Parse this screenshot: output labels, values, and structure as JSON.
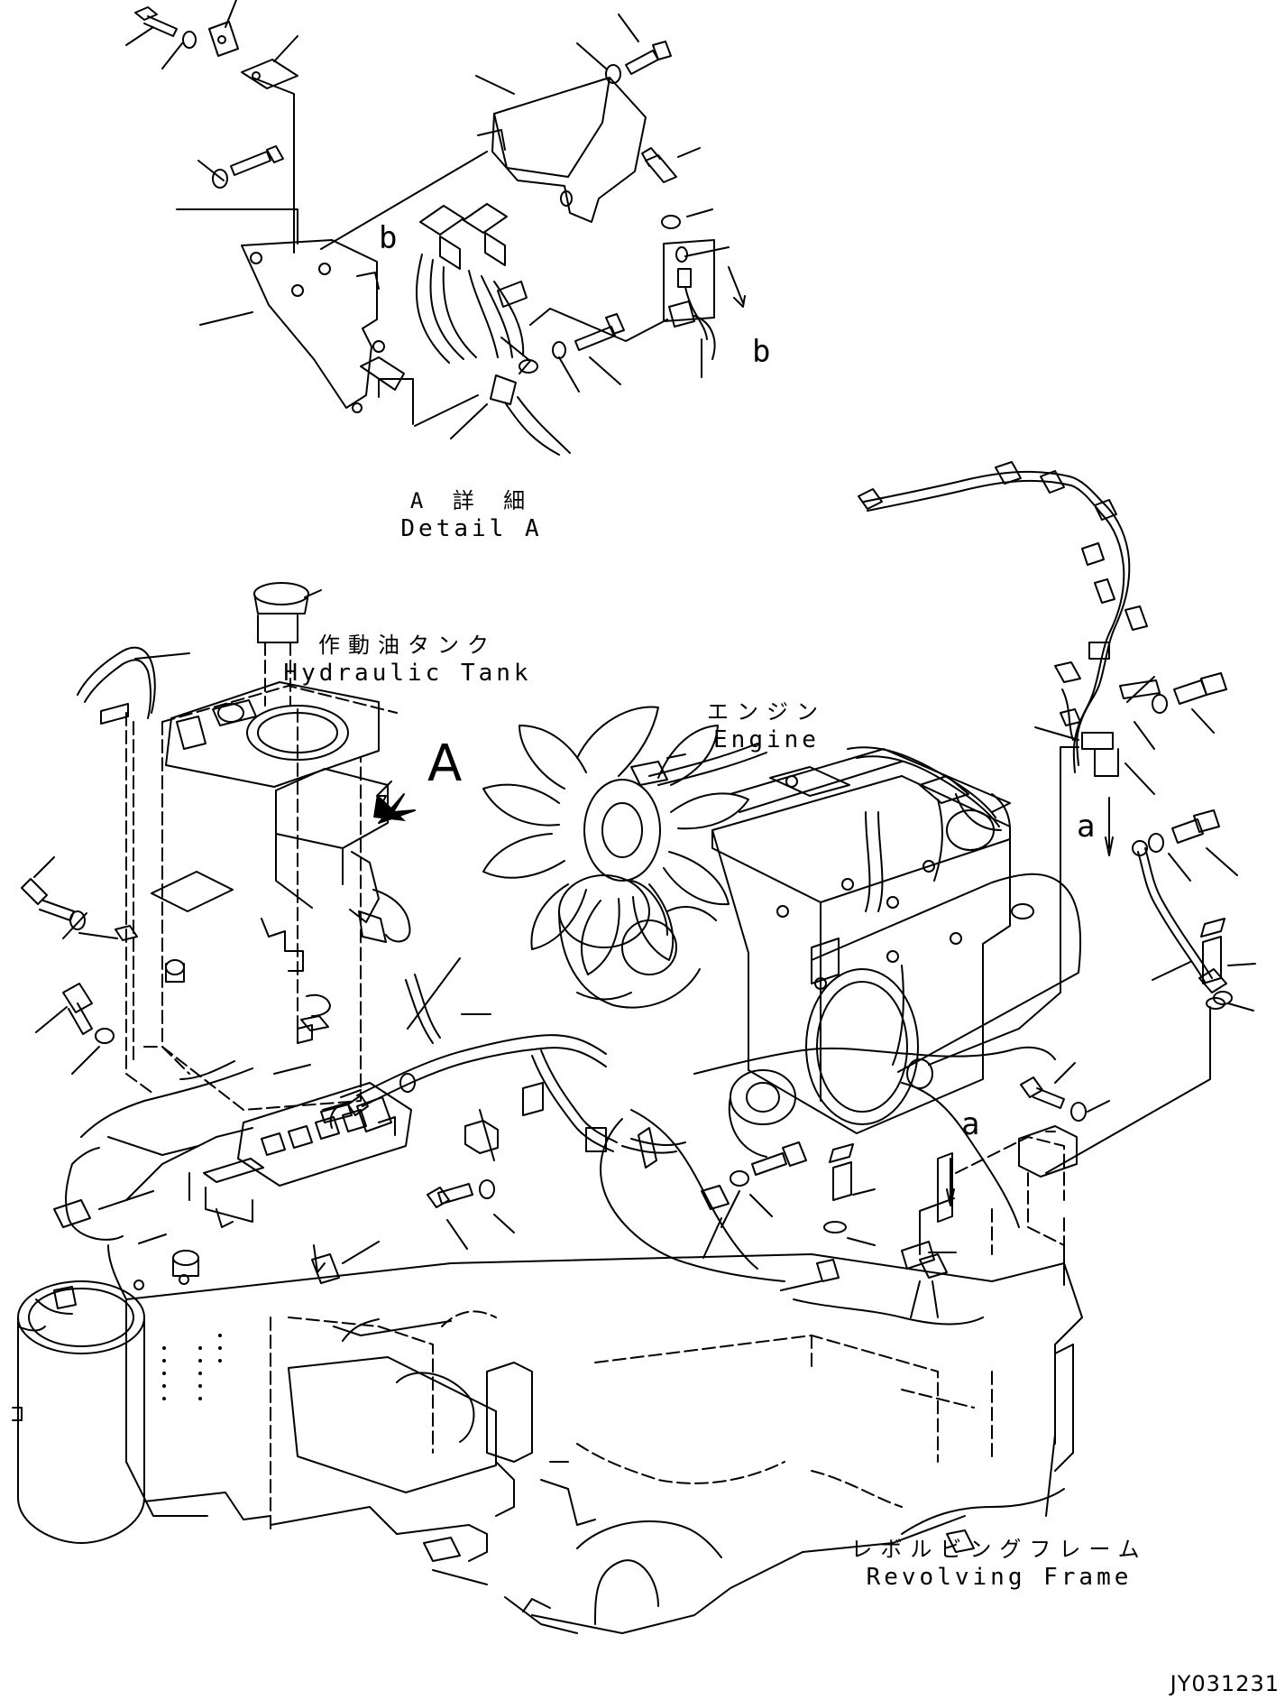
{
  "diagram": {
    "detail_label": {
      "jp": "A 詳 細",
      "en": "Detail A"
    },
    "parts": [
      {
        "id": "hydraulic-tank",
        "jp": "作動油タンク",
        "en": "Hydraulic Tank"
      },
      {
        "id": "engine",
        "jp": "エンジン",
        "en": "Engine"
      },
      {
        "id": "revolving-frame",
        "jp": "レボルビングフレーム",
        "en": "Revolving Frame"
      }
    ],
    "view_marker": "A",
    "refs": [
      "a",
      "a",
      "b",
      "b"
    ],
    "drawing_code": "JY031231"
  }
}
